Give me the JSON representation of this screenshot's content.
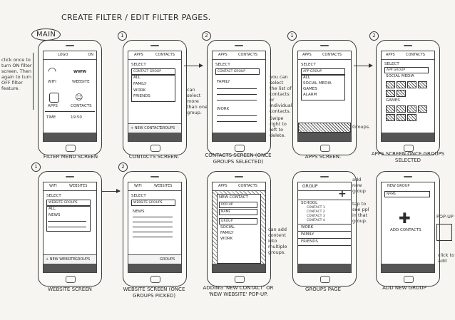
{
  "title": "CREATE FILTER / EDIT FILTER PAGES.",
  "main_label": "MAIN",
  "step_numbers": {
    "s1": "1",
    "s2": "2",
    "s4": "1",
    "s5": "2",
    "s6": "1",
    "s7": "2"
  },
  "notes": {
    "main": "click once to turn ON filter screen. Then again to turn OFF filter feature.",
    "contacts": "can select more than one group.",
    "contacts2": "you can select the list of contacts or individual contacts.",
    "swipe": "Swipe right to left to delete.",
    "apps": "Groups.",
    "adding": "can add content into multiple groups.",
    "groups_add": "add new group",
    "groups_tap": "tap to see ppl in that group.",
    "popup": "POP-UP",
    "click_add": "click to add"
  },
  "captions": {
    "c1": "FILTER MENU SCREEN",
    "c2": "CONTACTS SCREEN.",
    "c3": "CONTACTS SCREEN (ONCE GROUPS SELECTED)",
    "c4": "APPS SCREEN.",
    "c5": "APPS SCREEN ONCE GROUPS SELECTED",
    "c6": "WEBSITE SCREEN",
    "c7": "WEBSITE SCREEN (ONCE GROUPS PICKED)",
    "c8": "ADDING 'NEW CONTACT' OR 'NEW WEBSITE' POP-UP.",
    "c9": "GROUPS PAGE",
    "c10": "ADD NEW GROUP"
  },
  "phone1": {
    "logo": "LOGO",
    "toggle": "ON",
    "wifi": "WIFI",
    "www": "WWW",
    "website": "WEBSITE",
    "apps": "APPS",
    "contacts": "CONTACTS",
    "time_label": "TIME",
    "time_value": "19:50"
  },
  "phone2": {
    "tab1": "APPS",
    "tab2": "CONTACTS",
    "select": "SELECT",
    "dropdown": "CONTACT GROUP",
    "opts": [
      "ALL",
      "FAMILY",
      "WORK",
      "FRIENDS"
    ],
    "new": "+ NEW CONTACT",
    "groups": "GROUPS"
  },
  "phone3": {
    "tab1": "APPS",
    "tab2": "CONTACTS",
    "select": "SELECT",
    "dropdown": "CONTACT GROUP",
    "sec1": "FAMILY",
    "sec2": "WORK"
  },
  "phone4": {
    "tab1": "APPS",
    "tab2": "CONTACTS",
    "select": "SELECT",
    "dropdown": "APP GROUP",
    "opts": [
      "ALL",
      "SOCIAL MEDIA",
      "GAMES",
      "ALARM"
    ],
    "groups": "GROUPS"
  },
  "phone5": {
    "tab1": "APPS",
    "tab2": "CONTACTS",
    "select": "SELECT",
    "dropdown": "APP GROUP",
    "sec1": "SOCIAL MEDIA",
    "sec2": "GAMES"
  },
  "phone6": {
    "tab1": "WIFI",
    "tab2": "WEBSITES",
    "select": "SELECT",
    "dropdown": "WEBSITE GROUPS",
    "opts": [
      "ALL",
      "NEWS"
    ],
    "new": "+ NEW WEBSITE",
    "groups": "GROUPS"
  },
  "phone7": {
    "tab1": "WIFI",
    "tab2": "WEBSITES",
    "select": "SELECT",
    "dropdown": "WEBSITE GROUPS",
    "sec1": "NEWS",
    "groups": "GROUPS"
  },
  "phone8": {
    "tab1": "APPS",
    "tab2": "CONTACTS",
    "popup_title": "NEW CONTACT",
    "opts": [
      "POP-UP",
      "NAME"
    ],
    "group_label": "GROUP",
    "groups": [
      "SOCIAL",
      "FAMILY",
      "WORK"
    ]
  },
  "phone9": {
    "header": "GROUP",
    "school": "SCHOOL",
    "contacts": [
      "CONTACT 1",
      "CONTACT 2",
      "CONTACT 3",
      "CONTACT 4"
    ],
    "work": "WORK",
    "family": "FAMILY",
    "friends": "FRIENDS"
  },
  "phone10": {
    "header": "NEW GROUP",
    "name": "NAME",
    "add": "ADD CONTACTS"
  }
}
